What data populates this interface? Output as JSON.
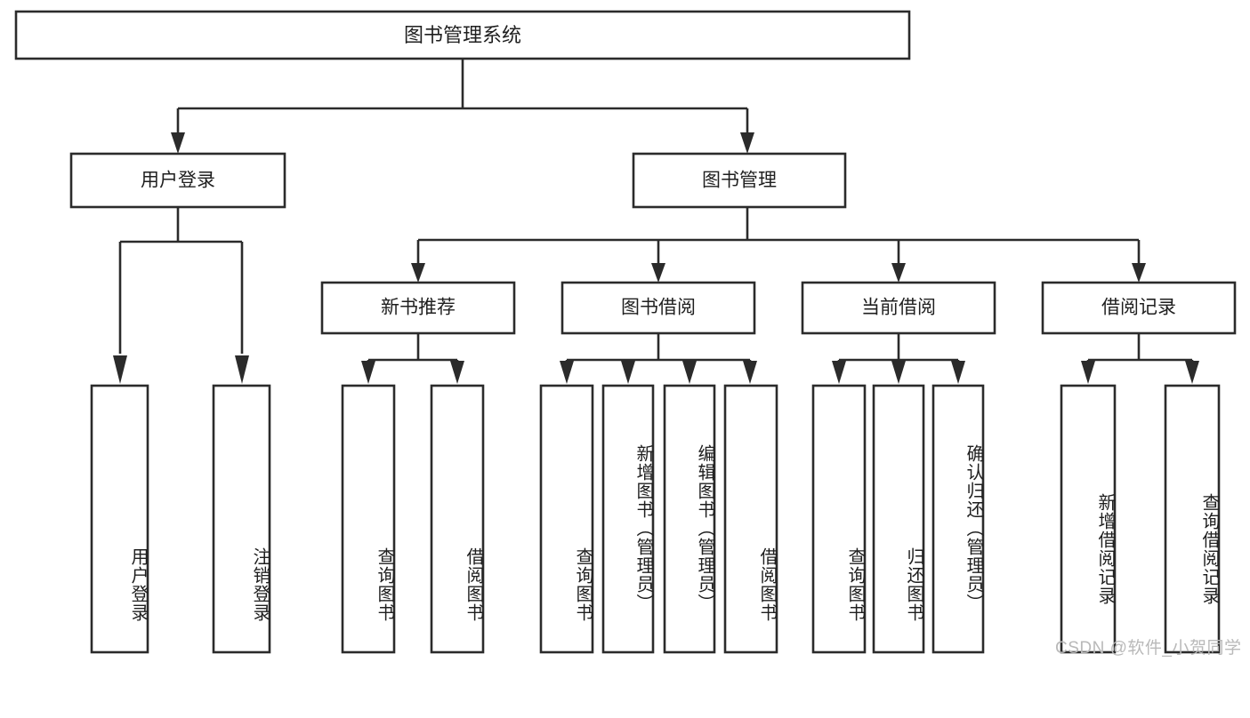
{
  "diagram": {
    "type": "tree-hierarchy",
    "title": "图书管理系统",
    "orientation": "top-down",
    "colors": {
      "background": "#ffffff",
      "box_border": "#2b2b2b",
      "box_fill": "#ffffff",
      "text": "#1f1f1f",
      "connector": "#2b2b2b",
      "watermark": "#b9b9b9"
    },
    "levels": {
      "root": {
        "label": "图书管理系统"
      },
      "level2": [
        {
          "id": "user-login",
          "label": "用户登录"
        },
        {
          "id": "book-manage",
          "label": "图书管理"
        }
      ],
      "level3": [
        {
          "id": "new-book-rec",
          "label": "新书推荐",
          "parent": "book-manage"
        },
        {
          "id": "book-borrow",
          "label": "图书借阅",
          "parent": "book-manage"
        },
        {
          "id": "current-borrow",
          "label": "当前借阅",
          "parent": "book-manage"
        },
        {
          "id": "borrow-record",
          "label": "借阅记录",
          "parent": "book-manage"
        }
      ],
      "leaves": [
        {
          "id": "leaf-user-login",
          "label": "用户登录",
          "parent": "user-login"
        },
        {
          "id": "leaf-logout",
          "label": "注销登录",
          "parent": "user-login"
        },
        {
          "id": "leaf-query-book-1",
          "label": "查询图书",
          "parent": "new-book-rec"
        },
        {
          "id": "leaf-borrow-book-1",
          "label": "借阅图书",
          "parent": "new-book-rec"
        },
        {
          "id": "leaf-query-book-2",
          "label": "查询图书",
          "parent": "book-borrow"
        },
        {
          "id": "leaf-add-book",
          "label": "新增图书（管理员）",
          "parent": "book-borrow"
        },
        {
          "id": "leaf-edit-book",
          "label": "编辑图书（管理员）",
          "parent": "book-borrow"
        },
        {
          "id": "leaf-borrow-book-2",
          "label": "借阅图书",
          "parent": "book-borrow"
        },
        {
          "id": "leaf-query-book-3",
          "label": "查询图书",
          "parent": "current-borrow"
        },
        {
          "id": "leaf-return-book",
          "label": "归还图书",
          "parent": "current-borrow"
        },
        {
          "id": "leaf-confirm-return",
          "label": "确认归还（管理员）",
          "parent": "current-borrow"
        },
        {
          "id": "leaf-add-record",
          "label": "新增借阅记录",
          "parent": "borrow-record"
        },
        {
          "id": "leaf-query-record",
          "label": "查询借阅记录",
          "parent": "borrow-record"
        }
      ]
    }
  },
  "watermark": {
    "text": "CSDN @软件_小贺同学"
  }
}
